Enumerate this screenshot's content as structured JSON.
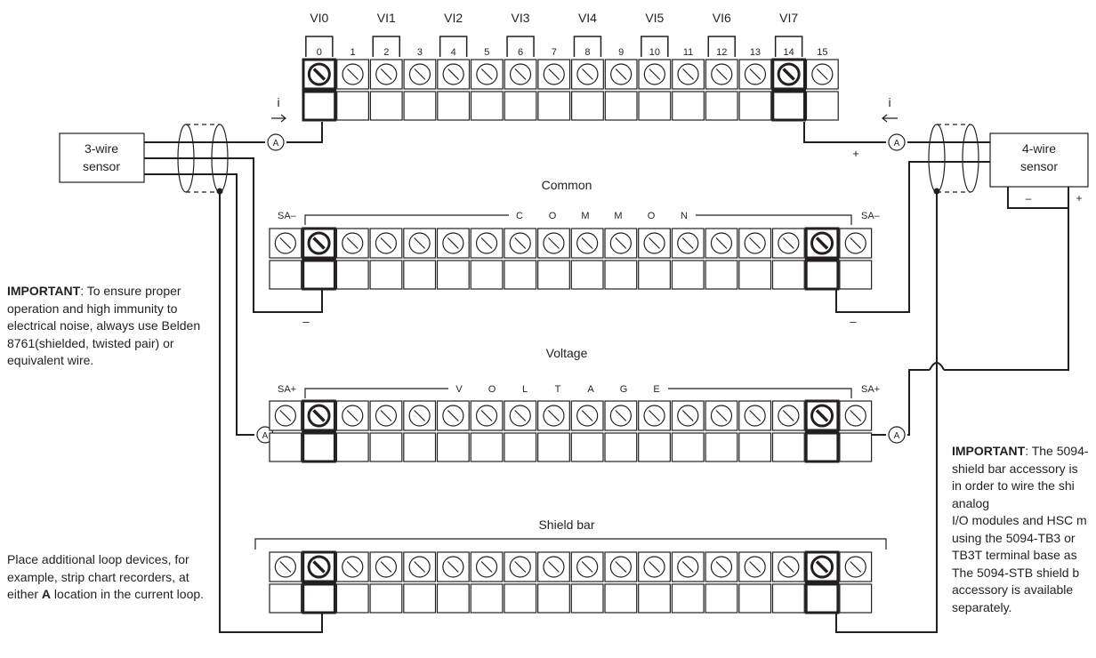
{
  "channels": [
    "VI0",
    "VI1",
    "VI2",
    "VI3",
    "VI4",
    "VI5",
    "VI6",
    "VI7"
  ],
  "terminal_numbers": [
    "0",
    "1",
    "2",
    "3",
    "4",
    "5",
    "6",
    "7",
    "8",
    "9",
    "10",
    "11",
    "12",
    "13",
    "14",
    "15"
  ],
  "current_label": "i",
  "ammeter_label": "A",
  "sensors": {
    "three_wire": [
      "3-wire",
      "sensor"
    ],
    "four_wire": [
      "4-wire",
      "sensor"
    ]
  },
  "rows": {
    "common": {
      "title": "Common",
      "side_label": "SA–",
      "letters": [
        "C",
        "O",
        "M",
        "M",
        "O",
        "N"
      ]
    },
    "voltage": {
      "title": "Voltage",
      "side_label": "SA+",
      "letters": [
        "V",
        "O",
        "L",
        "T",
        "A",
        "G",
        "E"
      ]
    },
    "shield": {
      "title": "Shield bar"
    }
  },
  "polarity": {
    "minus": "–",
    "plus": "+"
  },
  "notes": {
    "important_left": {
      "heading": "IMPORTANT",
      "text": ": To ensure proper operation and high immunity to electrical noise, always use Belden 8761(shielded, twisted pair) or equivalent wire."
    },
    "loop_devices": {
      "text_before": "Place additional loop devices, for example, strip chart recorders, at either ",
      "highlight": "A",
      "text_after": " location in the current loop."
    },
    "important_right": {
      "heading": "IMPORTANT",
      "lines": [
        ": The 5094-",
        "shield bar accessory is",
        "in order to wire the shi",
        "analog",
        "I/O modules and HSC m",
        "using the 5094-TB3 or",
        "TB3T terminal base as",
        "The 5094-STB shield b",
        "accessory is available",
        "separately."
      ]
    }
  },
  "colors": {
    "line": "#231f20",
    "background": "#ffffff"
  }
}
